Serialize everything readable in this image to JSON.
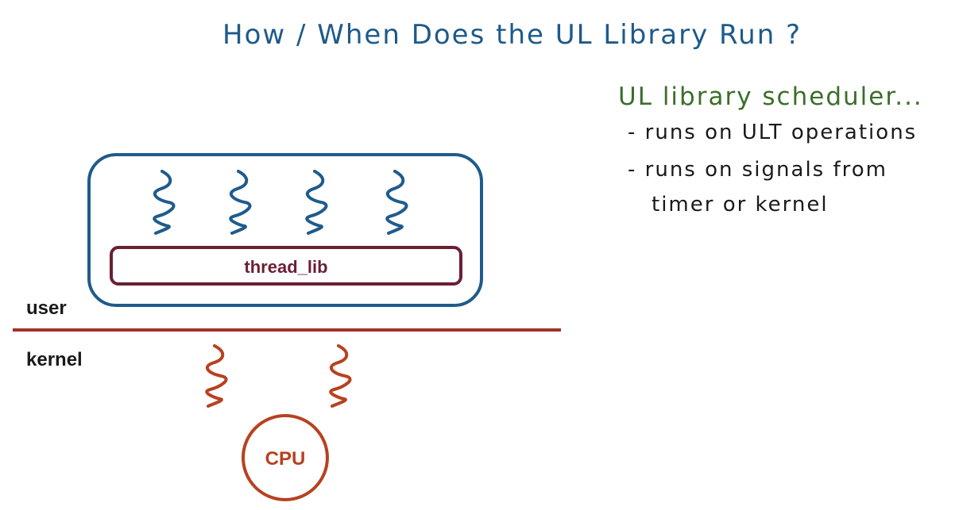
{
  "title": "How / When Does the UL Library Run ?",
  "notes": {
    "heading": "UL library scheduler...",
    "bullet_1": "- runs on ULT operations",
    "bullet_2a": "- runs on signals from",
    "bullet_2b": "timer or kernel"
  },
  "labels": {
    "user": "user",
    "kernel": "kernel",
    "thread_lib": "thread_lib",
    "cpu": "CPU"
  },
  "colors": {
    "title": "#1e5a8a",
    "notes_heading": "#3c6e2a",
    "notes_text": "#1a1a1a",
    "process_box": "#1f5b8c",
    "user_threads": "#1f5b8c",
    "thread_lib": "#6b1f33",
    "boundary_line": "#a3312c",
    "kernel_threads": "#b8411f",
    "cpu": "#b8411f",
    "plain_labels": "#1a1a1a"
  },
  "user_thread_count": 4,
  "kernel_thread_count": 2,
  "icons": {
    "thread": "squiggle-thread-icon"
  }
}
